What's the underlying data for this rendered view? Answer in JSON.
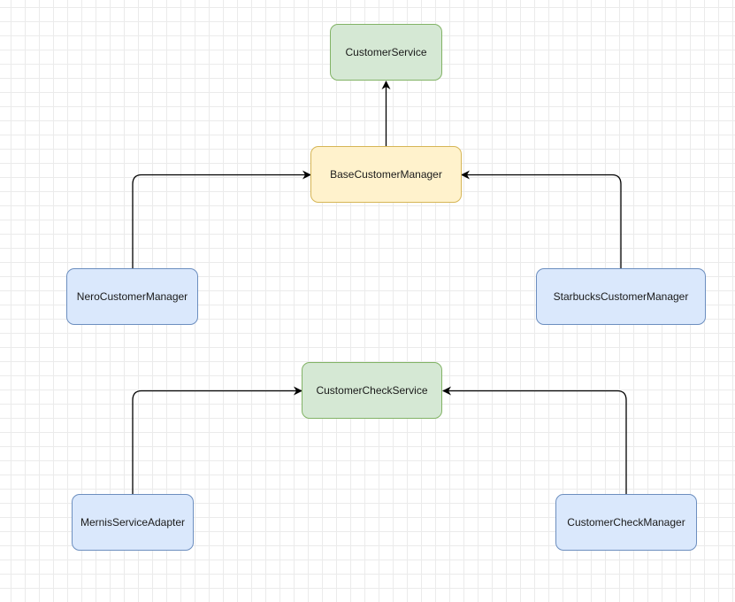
{
  "diagram": {
    "nodes": [
      {
        "id": "customer-service",
        "label": "CustomerService",
        "kind": "interface"
      },
      {
        "id": "base-customer-manager",
        "label": "BaseCustomerManager",
        "kind": "base"
      },
      {
        "id": "nero-customer-manager",
        "label": "NeroCustomerManager",
        "kind": "impl"
      },
      {
        "id": "starbucks-customer-manager",
        "label": "StarbucksCustomerManager",
        "kind": "impl"
      },
      {
        "id": "customer-check-service",
        "label": "CustomerCheckService",
        "kind": "interface"
      },
      {
        "id": "mernis-service-adapter",
        "label": "MernisServiceAdapter",
        "kind": "impl"
      },
      {
        "id": "customer-check-manager",
        "label": "CustomerCheckManager",
        "kind": "impl"
      }
    ],
    "edges": [
      {
        "from": "base-customer-manager",
        "to": "customer-service"
      },
      {
        "from": "nero-customer-manager",
        "to": "base-customer-manager"
      },
      {
        "from": "starbucks-customer-manager",
        "to": "base-customer-manager"
      },
      {
        "from": "mernis-service-adapter",
        "to": "customer-check-service"
      },
      {
        "from": "customer-check-manager",
        "to": "customer-check-service"
      }
    ],
    "colors": {
      "interface_fill": "#d5e8d4",
      "interface_stroke": "#82b366",
      "base_fill": "#fff2cc",
      "base_stroke": "#d6b656",
      "impl_fill": "#dae8fc",
      "impl_stroke": "#6c8ebf",
      "edge": "#000000"
    }
  }
}
